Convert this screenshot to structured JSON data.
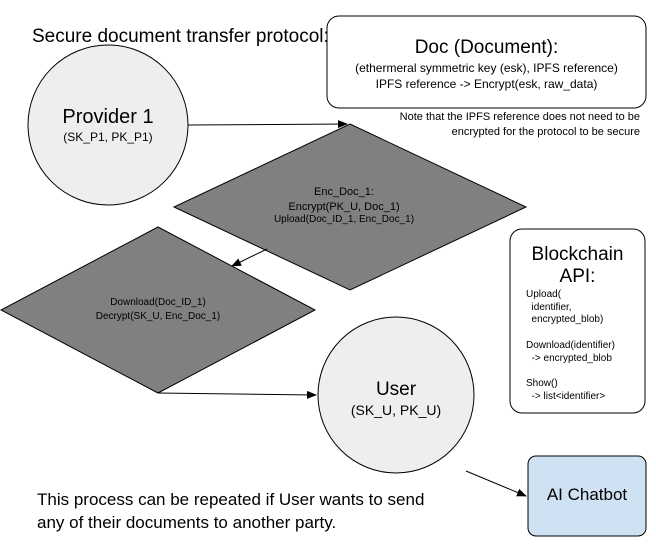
{
  "colors": {
    "circle_fill": "#eeeeee",
    "diamond_fill": "#808080",
    "chatbot_fill": "#cfe2f3",
    "stroke": "#000000",
    "text": "#000000"
  },
  "title": "Secure document transfer protocol:",
  "doc_box": {
    "heading": "Doc (Document):",
    "line1": "(ethermeral symmetric key (esk), IPFS reference)",
    "line2": "IPFS reference -> Encrypt(esk, raw_data)"
  },
  "note": {
    "line1": "Note that the IPFS reference does not need to be",
    "line2": "encrypted for the protocol to be secure"
  },
  "provider": {
    "name": "Provider 1",
    "keys": "(SK_P1, PK_P1)"
  },
  "diamond_upload": {
    "line1": "Enc_Doc_1:",
    "line2": "Encrypt(PK_U, Doc_1)",
    "line3": "Upload(Doc_ID_1, Enc_Doc_1)"
  },
  "diamond_download": {
    "line1": "Download(Doc_ID_1)",
    "line2": "Decrypt(SK_U, Enc_Doc_1)"
  },
  "blockchain_api": {
    "heading1": "Blockchain",
    "heading2": "API:",
    "lines": [
      "Upload(",
      "  identifier,",
      "  encrypted_blob)",
      "",
      "Download(identifier)",
      "  -> encrypted_blob",
      "",
      "Show()",
      "  -> list<identifier>"
    ]
  },
  "user": {
    "name": "User",
    "keys": "(SK_U, PK_U)"
  },
  "chatbot": {
    "label": "AI Chatbot"
  },
  "footer": {
    "line1": "This process can be repeated if User wants to send",
    "line2": "any of their documents to another party."
  }
}
